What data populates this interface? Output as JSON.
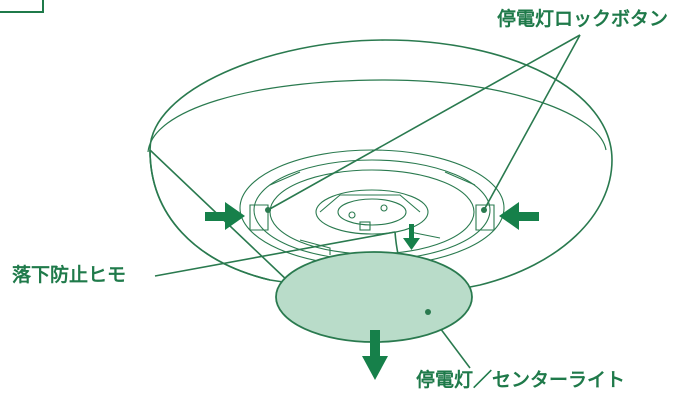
{
  "labels": {
    "lock_buttons": "停電灯ロックボタン",
    "drop_prevention_strap": "落下防止ヒモ",
    "center_light": "停電灯／センターライト"
  },
  "colors": {
    "accent": "#1f7a4a",
    "arrow": "#16804a",
    "lens_fill": "#b9dcc9",
    "outline": "#2a7a4f"
  },
  "icons": [
    "push-arrow-left-icon",
    "push-arrow-right-icon",
    "drop-arrow-icon",
    "pull-down-arrow-icon"
  ]
}
